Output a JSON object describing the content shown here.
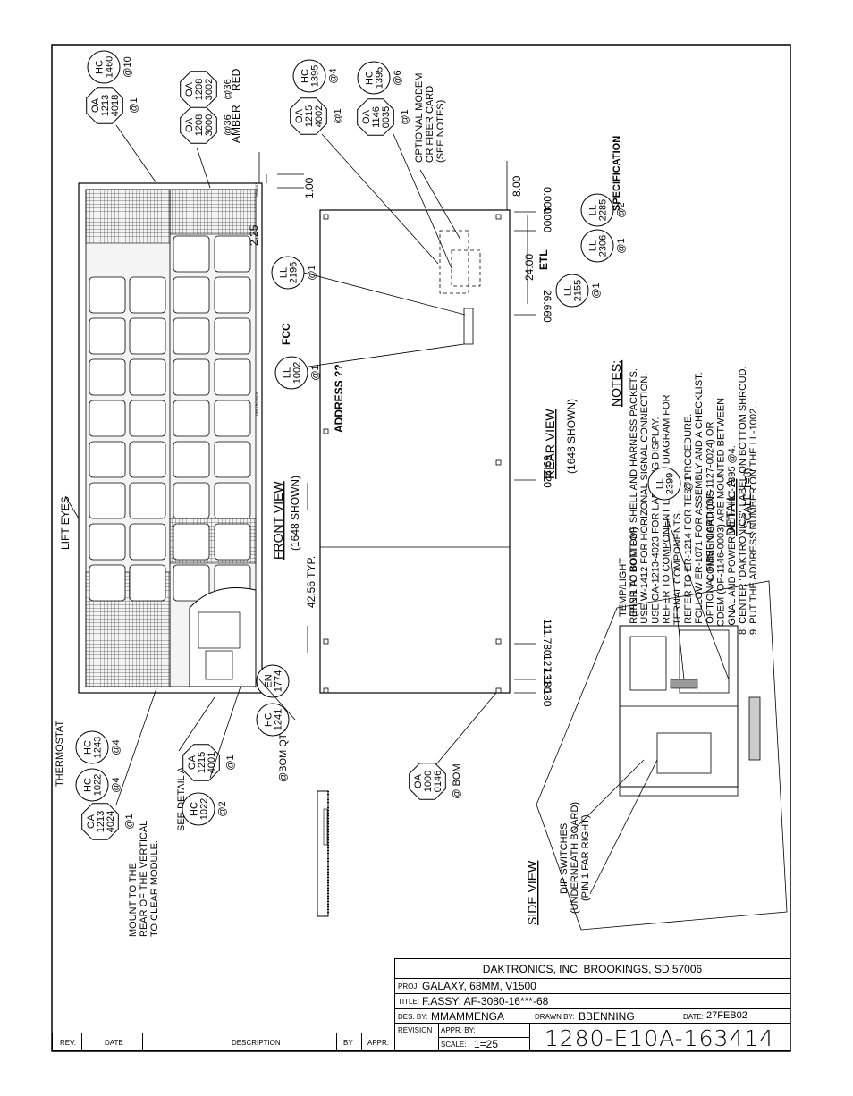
{
  "labels": {
    "lift_eyes": "LIFT EYES",
    "thermostat": "THERMOSTAT",
    "mount_note": [
      "MOUNT TO THE",
      "REAR OF THE VERTICAL",
      "TO CLEAR MODULE."
    ],
    "see_detail": "SEE DETAIL A",
    "bom_qty": "@BOM QTY.",
    "amber": "AMBER",
    "red": "RED",
    "front_view": "FRONT VIEW",
    "front_view_sub": "(1648 SHOWN)",
    "front_dim": "42.56 TYP.",
    "rear_view": "REAR VIEW",
    "rear_view_sub": "(1648 SHOWN)",
    "side_view": "SIDE VIEW",
    "address": "ADDRESS ??",
    "fcc": "FCC",
    "etl": "ETL",
    "specification": "SPECIFICATION",
    "optional_modem": [
      "OPTIONAL MODEM",
      "OR FIBER CARD",
      "(SEE NOTES)"
    ],
    "temp_light": [
      "TEMP/LIGHT",
      "(PIN 1 AT BOTTOM)"
    ],
    "communications": "COMMUNICATIONS",
    "dip_switches": [
      "DIP SWITCHES",
      "(UNDERNEATH BOARD)",
      "(PIN 1 FAR RIGHT)"
    ],
    "detail_a": "DETAIL: A",
    "detail_scale": "( SCALE 1=8)",
    "galaxy_tag": "GALAXY",
    "daktronics_tag": "DAKTRONICS"
  },
  "dimensions": {
    "d100": "1.00",
    "d225": "2.25",
    "d800": "8.00",
    "d2400": "24.00",
    "ticks": [
      "0.000",
      "4.000",
      "26.660",
      "69.220",
      "111.780",
      "127.180",
      "131.180"
    ]
  },
  "balloons": {
    "hc1243": [
      "HC",
      "1243",
      "@4"
    ],
    "hc1022a": [
      "HC",
      "1022",
      "@4"
    ],
    "oa1213_4024": [
      "OA",
      "1213",
      "4024",
      "@1"
    ],
    "hc1022b": [
      "HC",
      "1022",
      "@2"
    ],
    "oa1215_4001": [
      "OA",
      "1215",
      "4001",
      "@1"
    ],
    "hc1241": [
      "HC",
      "1241"
    ],
    "en1774": [
      "EN",
      "1774"
    ],
    "oa1000": [
      "OA",
      "1000",
      "0146",
      "@ BOM"
    ],
    "oa1213_4018": [
      "OA",
      "1213",
      "4018",
      "@1"
    ],
    "hc1460": [
      "HC",
      "1460",
      "@10"
    ],
    "oa1208_3000": [
      "OA",
      "1208",
      "3000",
      "@36"
    ],
    "oa1208_3002": [
      "OA",
      "1208",
      "3002",
      "@36"
    ],
    "oa1215_4002": [
      "OA",
      "1215",
      "4002",
      "@1"
    ],
    "hc1395a": [
      "HC",
      "1395",
      "@4"
    ],
    "oa1146": [
      "OA",
      "1146",
      "0035",
      "@1"
    ],
    "hc1395b": [
      "HC",
      "1395",
      "@6"
    ],
    "ll2196": [
      "LL",
      "2196",
      "@1"
    ],
    "ll1002": [
      "LL",
      "1002",
      "@1"
    ],
    "ll2155": [
      "LL",
      "2155",
      "@1"
    ],
    "ll2306": [
      "LL",
      "2306",
      "@1"
    ],
    "ll2285": [
      "LL",
      "2285",
      "@2"
    ],
    "ll2399": [
      "LL",
      "2399",
      "@1"
    ]
  },
  "notes": {
    "title": "NOTES:",
    "lines": [
      "1.  REFER TO BOM FOR SHELL AND HARNESS PACKETS.",
      "2.  USE W-1412 FOR HORIZONAL SIGNAL CONNECTION.",
      "3.  USE OA-1213-4023 FOR LABELING DISPLAY.",
      "4.  REFER TO COMPONENT LAYOUT DIAGRAM FOR",
      "     INTERNAL COMPONENTS.",
      "5.  REFER TO ER-1214 FOR TEST PROCEDURE.",
      "6.  FOLLOW ER-1071 FOR ASSEMBLY AND A CHECKLIST.",
      "7.  OPTIONAL FIBER CARD (OP-1127-0024) OR",
      "     MODEM (OP-1146-0003) ARE MOUNTED BETWEEN",
      "     SIGNAL AND POWER WITH HC-1395 @4.",
      "8.  CENTER \"DAKTRONICS\" LABEL ON BOTTOM SHROUD.",
      "9.  PUT THE ADDRESS NUMBER ON THE LL-1002."
    ]
  },
  "title_block": {
    "company": "DAKTRONICS, INC.   BROOKINGS, SD 57006",
    "proj_label": "PROJ:",
    "proj": "GALAXY, 68MM, V1500",
    "title_label": "TITLE:",
    "title": "F.ASSY; AF-3080-16***-68",
    "des_label": "DES. BY:",
    "des": "MMAMMENGA",
    "drawn_label": "DRAWN BY:",
    "drawn": "BBENNING",
    "date_label": "DATE:",
    "date": "27FEB02",
    "revision_label": "REVISION",
    "appr_label": "APPR. BY:",
    "scale_label": "SCALE:",
    "scale": "1=25",
    "drawing_number": "1280-E10A-163414"
  },
  "revision_block": {
    "rev": "REV.",
    "date": "DATE",
    "description": "DESCRIPTION",
    "by": "BY",
    "appr": "APPR."
  }
}
